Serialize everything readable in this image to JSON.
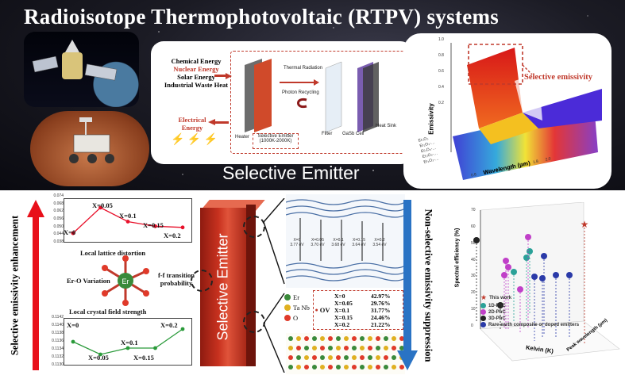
{
  "title": "Radioisotope Thermophotovoltaic (RTPV) systems",
  "banner_caption": "Selective Emitter",
  "schematic": {
    "energy_sources": [
      "Chemical Energy",
      "Nuclear Energy",
      "Solar Energy",
      "Industrial Waste Heat"
    ],
    "output": "Electrical Energy",
    "heater": "Heater",
    "emitter": "Selective Emitter",
    "emitter_temp": "(1000K-2000K)",
    "thermal_radiation": "Thermal Radiation",
    "photon_recycling": "Photon Recycling",
    "filter": "Filter",
    "cell": "GaSb Cell",
    "heat_sink": "Heat Sink"
  },
  "spectrum": {
    "ylabel": "Emissivity",
    "xlabel": "Wavelength (μm)",
    "annotation": "Selective emissivity",
    "y_ticks": [
      "0.2",
      "0.4",
      "0.6",
      "0.8",
      "1.0"
    ],
    "x_ticks": [
      "0.8",
      "1.0",
      "1.2",
      "1.4",
      "1.6",
      "1.8",
      "2.0"
    ],
    "series": [
      "Er₂O₃",
      "Er₂O₃-…",
      "Er₂O₃-…",
      "Er₂O₃-…",
      "Er₂O₃-…"
    ]
  },
  "left_side_label": "Selective emissivity enhancement",
  "right_side_label": "Non-selective emissivity suppression",
  "pillar_label": "Selective Emitter",
  "plot_top": {
    "points": [
      {
        "label": "X=0",
        "value": 0.036
      },
      {
        "label": "X=0.05",
        "value": 0.058
      },
      {
        "label": "X=0.1",
        "value": 0.046
      },
      {
        "label": "X=0.15",
        "value": 0.042
      },
      {
        "label": "X=0.2",
        "value": 0.041
      }
    ],
    "y_ticks": [
      "0.074",
      "0.068",
      "0.062",
      "0.056",
      "0.050",
      "0.044",
      "0.038"
    ]
  },
  "plot_bottom": {
    "points": [
      {
        "label": "X=0",
        "value": 0.1132
      },
      {
        "label": "X=0.05",
        "value": 0.113
      },
      {
        "label": "X=0.1",
        "value": 0.1131
      },
      {
        "label": "X=0.15",
        "value": 0.1131
      },
      {
        "label": "X=0.2",
        "value": 0.1134
      }
    ],
    "y_ticks": [
      "0.1142",
      "0.1140",
      "0.1138",
      "0.1136",
      "0.1134",
      "0.1132",
      "0.1130"
    ]
  },
  "mechanism": {
    "lattice": "Local lattice distortion",
    "variation": "Er-O Variation",
    "transition": "f-f transition probability",
    "crystal": "Local crystal field strength",
    "center_atom": "Er"
  },
  "gaps": [
    {
      "label": "X=0",
      "value": "3.77 eV"
    },
    {
      "label": "X=0.05",
      "value": "3.70 eV"
    },
    {
      "label": "X=0.1",
      "value": "3.68 eV"
    },
    {
      "label": "X=0.15",
      "value": "3.64 eV"
    },
    {
      "label": "X=0.2",
      "value": "3.54 eV"
    }
  ],
  "legend_atoms": [
    "Er",
    "Ta Nb",
    "O"
  ],
  "ov": {
    "header": "OV",
    "rows": [
      {
        "x": "X=0",
        "pct": "42.97%"
      },
      {
        "x": "X=0.05",
        "pct": "29.76%"
      },
      {
        "x": "X=0.1",
        "pct": "31.77%"
      },
      {
        "x": "X=0.15",
        "pct": "24.46%"
      },
      {
        "x": "X=0.2",
        "pct": "21.22%"
      }
    ]
  },
  "scatter3d": {
    "zlabel": "Spectral efficiency (%)",
    "xlabel": "Kelvin (K)",
    "ylabel": "Peak wavelength (μm)",
    "z_ticks": [
      "0",
      "10",
      "20",
      "30",
      "40",
      "50",
      "60",
      "70"
    ],
    "legend": [
      {
        "label": "This work",
        "color": "#c0392b"
      },
      {
        "label": "1D-PhC",
        "color": "#2aa198"
      },
      {
        "label": "2D-PhC",
        "color": "#c040c8"
      },
      {
        "label": "3D-PhC",
        "color": "#222222"
      },
      {
        "label": "Rare-earth composite or doped emitters",
        "color": "#2a3aa8"
      }
    ]
  },
  "colors": {
    "accent_red": "#c0392b",
    "arrow_red": "#e8101a",
    "arrow_blue": "#2a73c4"
  }
}
